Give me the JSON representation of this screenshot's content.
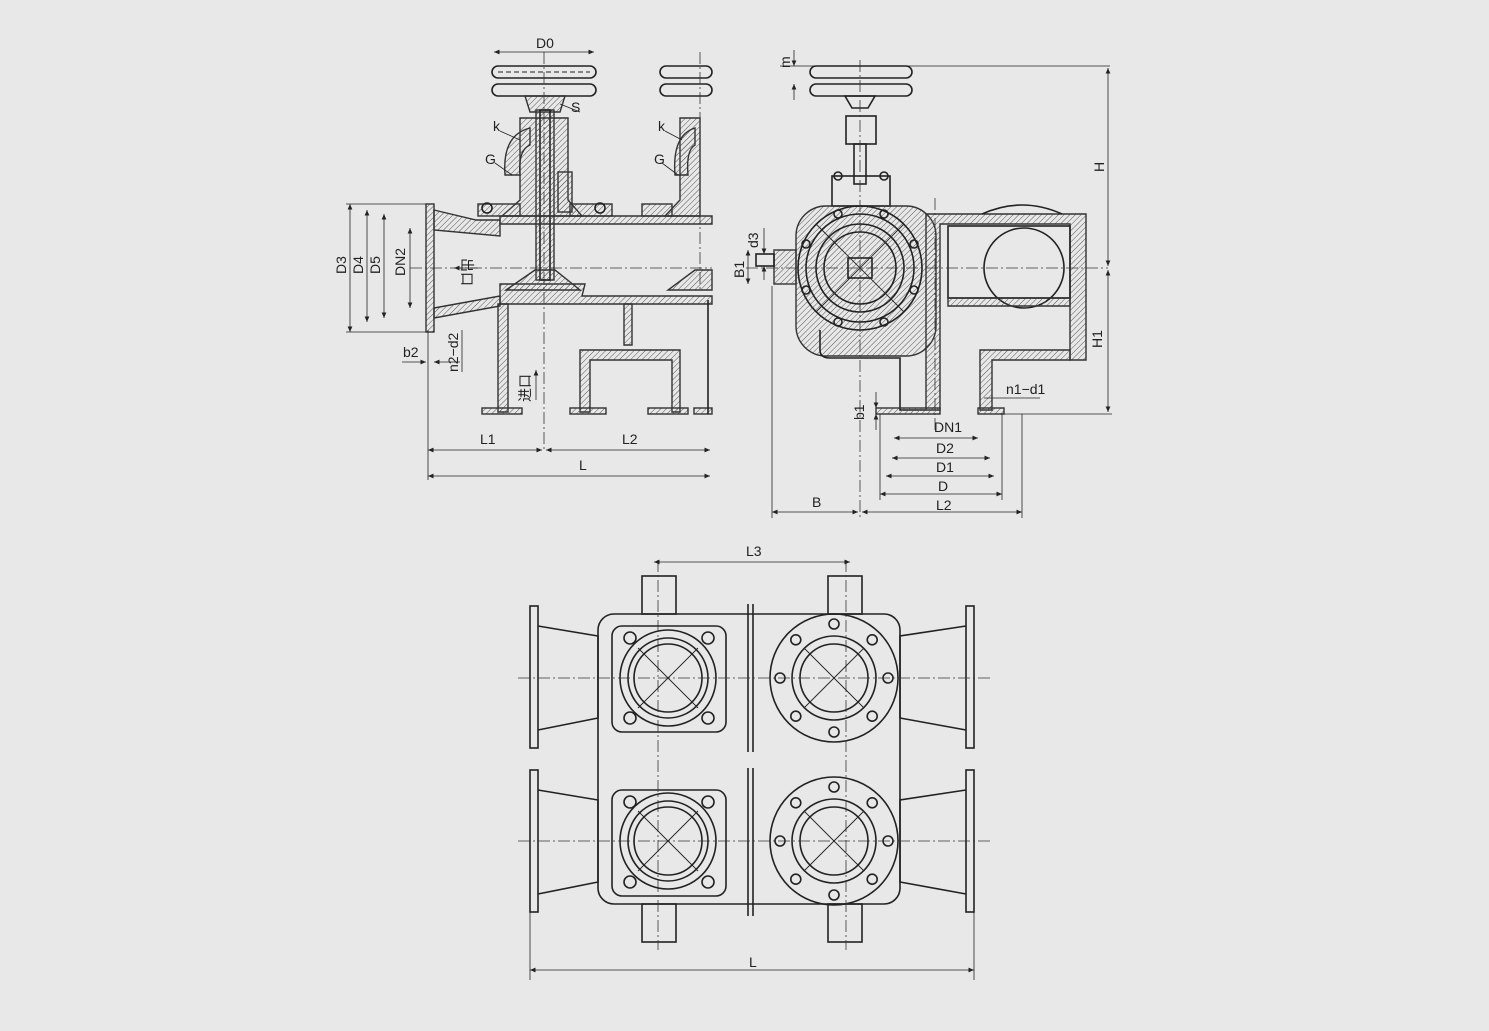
{
  "labels": {
    "D0": "D0",
    "S": "S",
    "k": "k",
    "G": "G",
    "D3": "D3",
    "D4": "D4",
    "D5": "D5",
    "DN2": "DN2",
    "outlet": "出口",
    "inlet": "进口",
    "b2": "b2",
    "n2d2": "n2−d2",
    "L1": "L1",
    "L2": "L2",
    "L": "L",
    "m": "m",
    "H": "H",
    "H1": "H1",
    "d3": "d3",
    "B1": "B1",
    "b1": "b1",
    "n1d1": "n1−d1",
    "DN1": "DN1",
    "D2": "D2",
    "D1": "D1",
    "D": "D",
    "B": "B",
    "L3": "L3"
  }
}
